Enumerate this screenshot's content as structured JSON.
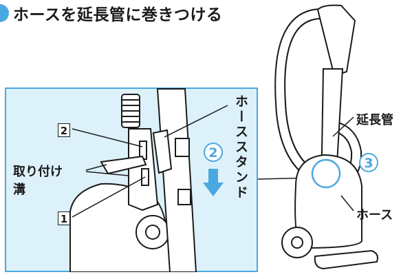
{
  "title": "ホースを延長管に巻きつける",
  "inset": {
    "callout_2": "2",
    "callout_1": "1",
    "groove_label_line1": "取り付け",
    "groove_label_line2": "溝",
    "hose_stand_label": "ホーススタンド",
    "step_2": "2"
  },
  "main": {
    "extension_pipe_label": "延長管",
    "hose_label": "ホース",
    "step_3": "3"
  },
  "colors": {
    "accent": "#4aa8e0",
    "inset_background": "#dcf1fa",
    "outline": "#1a1a1a"
  }
}
